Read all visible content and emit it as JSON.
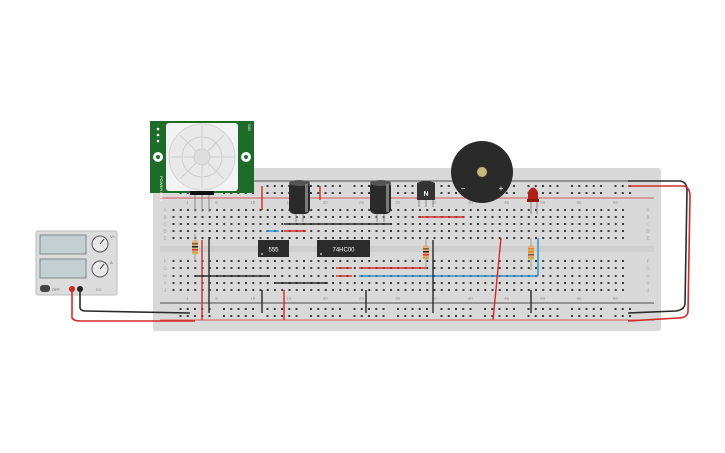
{
  "canvas": {
    "background": "#ffffff"
  },
  "breadboard": {
    "color": "#d9d9d9",
    "hole_color": "#3a3a3a",
    "rail_red": "#d32f2f",
    "rail_black": "#222222",
    "column_numbers_top": [
      "1",
      "5",
      "10",
      "15",
      "20",
      "25",
      "30",
      "35",
      "40",
      "45",
      "50",
      "55",
      "60"
    ],
    "column_numbers_bottom": [
      "1",
      "5",
      "10",
      "15",
      "20",
      "25",
      "30",
      "35",
      "40",
      "45",
      "50",
      "55",
      "60"
    ],
    "row_letters_top": [
      "A",
      "B",
      "C",
      "D",
      "E"
    ],
    "row_letters_bottom": [
      "F",
      "G",
      "H",
      "I",
      "J"
    ]
  },
  "pir_sensor": {
    "label_left": "POWER GND",
    "label_right": "SIG",
    "board_color": "#1e6b2a",
    "dome_color": "#e9e9e9"
  },
  "power_supply": {
    "body_color": "#dcdcdc",
    "screen_color": "#c3cfd0",
    "knob_label_top": "V+",
    "knob_label_bottom": "A",
    "switch_label": "OFF",
    "terminal_label": "DC"
  },
  "ic_555": {
    "label": "555",
    "color": "#2b2b2b"
  },
  "ic_74hc00": {
    "label": "74HC00",
    "color": "#2b2b2b"
  },
  "transistor": {
    "label": "N",
    "color": "#333333"
  },
  "buzzer": {
    "minus_label": "−",
    "plus_label": "+",
    "color": "#2a2a2a",
    "center_color": "#c8b77a"
  },
  "led": {
    "color": "#b0201a"
  },
  "wires": {
    "red": "#d22b2b",
    "black": "#2b2b2b",
    "blue": "#2a8fd0"
  }
}
